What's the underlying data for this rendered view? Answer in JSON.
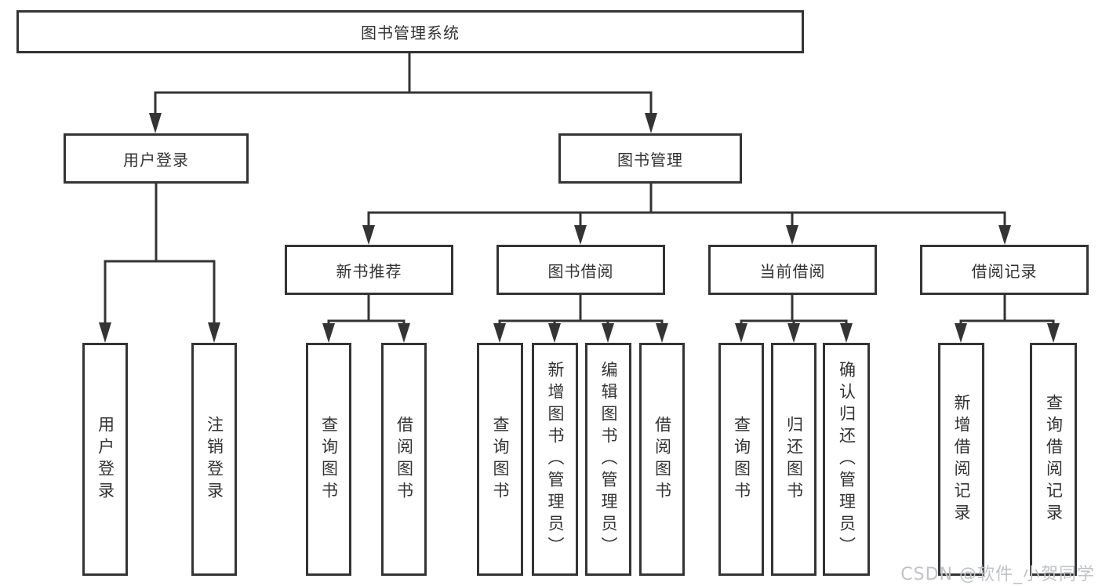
{
  "colors": {
    "line": "#343434",
    "box_border": "#343434",
    "text": "#333333",
    "background": "#ffffff",
    "watermark": "#bfc3c7"
  },
  "watermark": {
    "text": "CSDN @软件_小贺同学"
  },
  "tree": {
    "root": {
      "label": "图书管理系统"
    },
    "branches": [
      {
        "label": "用户登录",
        "children": [
          "用户登录",
          "注销登录"
        ]
      },
      {
        "label": "图书管理",
        "children": [
          {
            "label": "新书推荐",
            "children": [
              "查询图书",
              "借阅图书"
            ]
          },
          {
            "label": "图书借阅",
            "children": [
              "查询图书",
              "新增图书（管理员）",
              "编辑图书（管理员）",
              "借阅图书"
            ]
          },
          {
            "label": "当前借阅",
            "children": [
              "查询图书",
              "归还图书",
              "确认归还（管理员）"
            ]
          },
          {
            "label": "借阅记录",
            "children": [
              "新增借阅记录",
              "查询借阅记录"
            ]
          }
        ]
      }
    ]
  }
}
